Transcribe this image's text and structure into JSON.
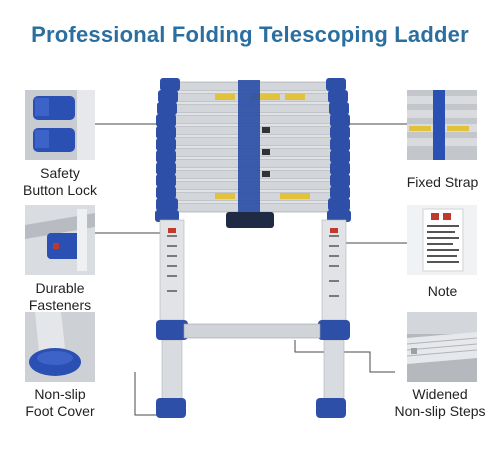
{
  "title": "Professional Folding Telescoping Ladder",
  "features": {
    "safety_lock": {
      "line1": "Safety",
      "line2": "Button Lock",
      "icon": "lock-button-photo"
    },
    "fasteners": {
      "line1": "Durable",
      "line2": "Fasteners",
      "icon": "fastener-photo"
    },
    "foot_cover": {
      "line1": "Non-slip",
      "line2": "Foot Cover",
      "icon": "foot-cover-photo"
    },
    "strap": {
      "line1": "Fixed Strap",
      "icon": "strap-photo"
    },
    "note": {
      "line1": "Note",
      "icon": "note-label-photo"
    },
    "steps": {
      "line1": "Widened",
      "line2": "Non-slip Steps",
      "icon": "step-photo"
    }
  },
  "colors": {
    "title": "#2b6fa0",
    "ladder_blue": "#2d4fa8",
    "rail": "#c9ccd1",
    "label_text": "#222222"
  }
}
